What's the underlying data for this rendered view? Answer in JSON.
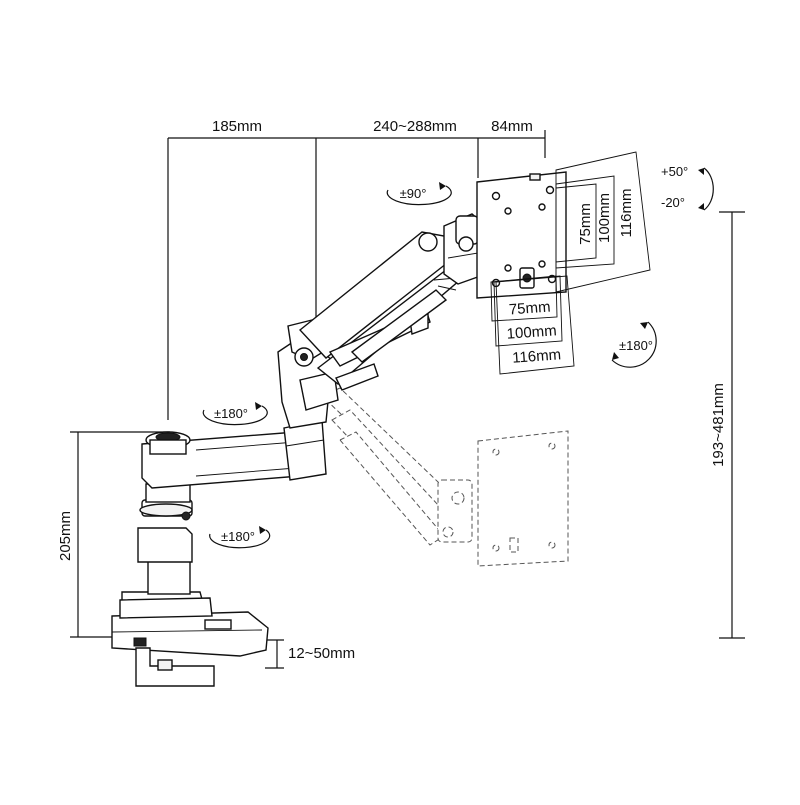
{
  "dimensions": {
    "top_span_1": "185mm",
    "top_span_2": "240~288mm",
    "top_span_3": "84mm",
    "vesa_h_75": "75mm",
    "vesa_h_100": "100mm",
    "vesa_h_116": "116mm",
    "vesa_v_75": "75mm",
    "vesa_v_100": "100mm",
    "vesa_v_116": "116mm",
    "height_range": "193~481mm",
    "pole_height": "205mm",
    "clamp_range": "12~50mm"
  },
  "rotations": {
    "swivel_head": "±90°",
    "tilt_up": "+50°",
    "tilt_down": "-20°",
    "rotate_screen": "±180°",
    "arm_joint": "±180°",
    "base_swivel": "±180°"
  },
  "colors": {
    "line": "#111111",
    "ghost_line": "#555555",
    "background": "#ffffff"
  }
}
